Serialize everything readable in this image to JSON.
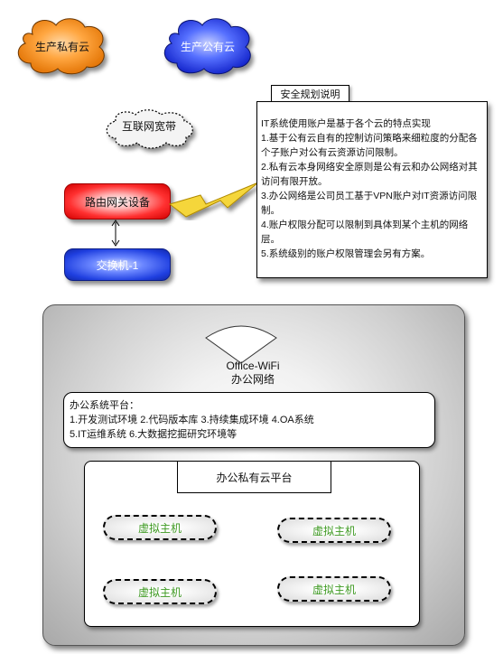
{
  "clouds": {
    "private_production": "生产私有云",
    "public_production": "生产公有云",
    "internet_bandwidth": "互联网宽带"
  },
  "router": {
    "label": "路由网关设备"
  },
  "switch": {
    "label": "交换机-1"
  },
  "security": {
    "tab": "安全规划说明",
    "lines": [
      "IT系统使用账户是基于各个云的特点实现",
      "1.基于公有云自有的控制访问策略来细粒度的分配各个子账户对公有云资源访问限制。",
      "2.私有云本身网络安全原则是公有云和办公网络对其访问有限开放。",
      "3.办公网络是公司员工基于VPN账户对IT资源访问限制。",
      "4.账户权限分配可以限制到具体到某个主机的网络层。",
      "5.系统级别的账户权限管理会另有方案。"
    ]
  },
  "office": {
    "wifi_name": "Office-WiFi",
    "network_label": "办公网络",
    "platform": {
      "title": "办公系统平台：",
      "line1": "1.开发测试环境 2.代码版本库 3.持续集成环境 4.OA系统",
      "line2": "5.IT运维系统 6.大数据挖掘研究环境等"
    },
    "private_cloud_title": "办公私有云平台",
    "vms": [
      "虚拟主机",
      "虚拟主机",
      "虚拟主机",
      "虚拟主机"
    ]
  },
  "colors": {
    "private_cloud": "#ff8c00",
    "public_cloud": "#1a2ee0",
    "router": "#ff2a2a",
    "switch": "#2a48f0",
    "lightning": "#f5d63a",
    "vm_text": "#3e9a22"
  }
}
